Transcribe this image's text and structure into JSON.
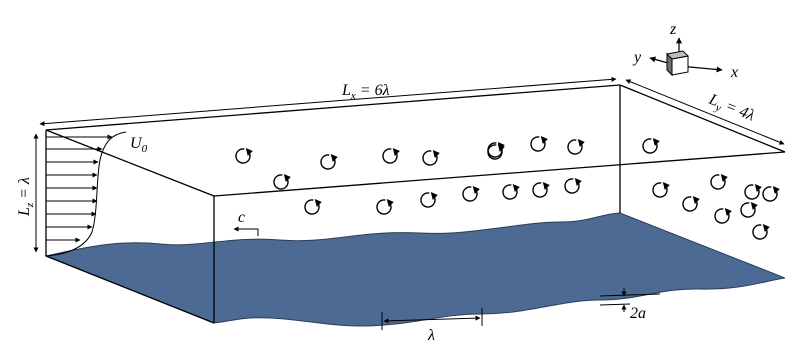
{
  "labels": {
    "lx_main": "L",
    "lx_sub": "x",
    "lx_rest": " = 6λ",
    "ly_main": "L",
    "ly_sub": "y",
    "ly_rest": " = 4λ",
    "lz_main": "L",
    "lz_sub": "z",
    "lz_rest": " = λ",
    "u0_main": "U",
    "u0_sub": "0",
    "wave_speed": "c",
    "wavelength": "λ",
    "amplitude": "2a"
  },
  "axes": {
    "x": "x",
    "y": "y",
    "z": "z"
  },
  "colors": {
    "wave_surface": "#4d6a95",
    "lines": "#000000",
    "cube_front": "#ffffff",
    "cube_side": "#6f6f6f"
  },
  "vortices": {
    "count": 25
  }
}
